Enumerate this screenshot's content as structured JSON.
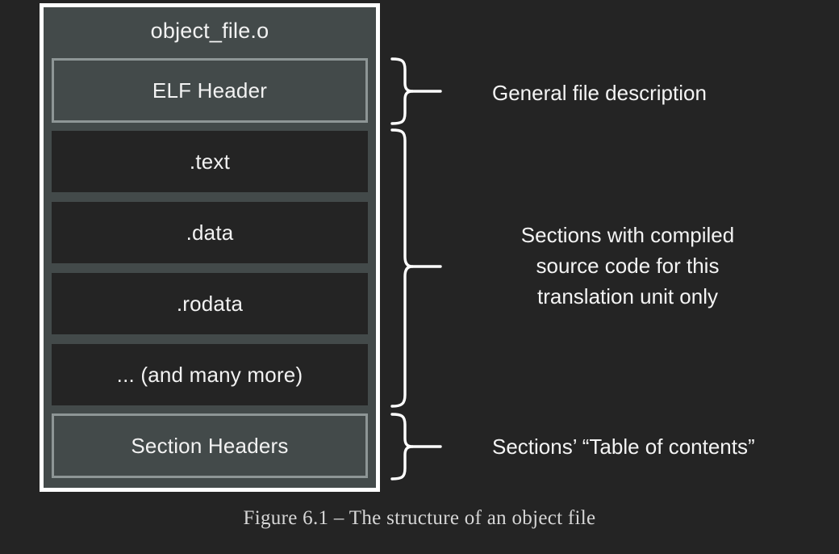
{
  "background_color": "#242424",
  "accent_color": "#ffffff",
  "container_fill": "#434a4a",
  "section_fill": "#242424",
  "framed_border_color": "#8e9696",
  "diagram": {
    "title": "object_file.o",
    "sections": [
      {
        "label": "ELF Header",
        "style": "framed"
      },
      {
        "label": ".text",
        "style": "dark"
      },
      {
        "label": ".data",
        "style": "dark"
      },
      {
        "label": ".rodata",
        "style": "dark"
      },
      {
        "label": "... (and many more)",
        "style": "dark"
      },
      {
        "label": "Section Headers",
        "style": "framed"
      }
    ],
    "annotations": [
      {
        "text": "General file description",
        "covers": "ELF Header"
      },
      {
        "text": "Sections with compiled\nsource code for this\ntranslation unit only",
        "covers": ".text .data .rodata ... (and many more)"
      },
      {
        "text": "Sections’ “Table of contents”",
        "covers": "Section Headers"
      }
    ]
  },
  "caption": "Figure 6.1 – The structure of an object file"
}
